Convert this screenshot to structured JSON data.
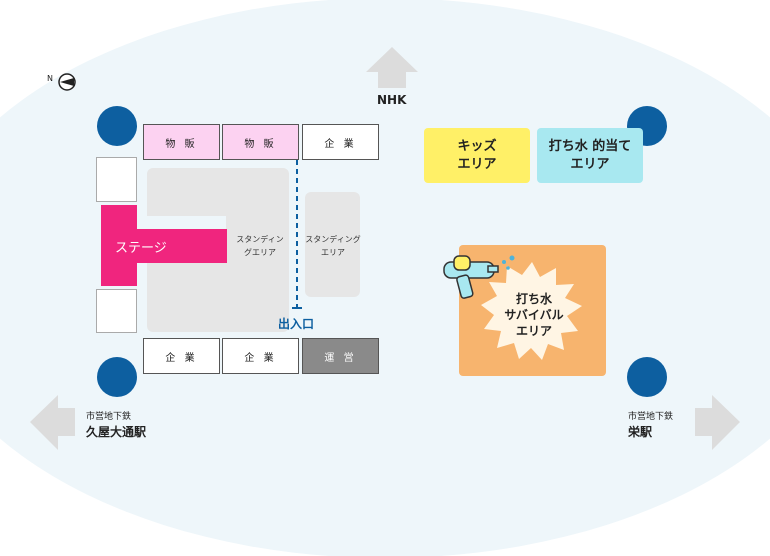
{
  "directions": {
    "north": "NHK",
    "left_station_line": "市営地下鉄",
    "left_station": "久屋大通駅",
    "right_station_line": "市営地下鉄",
    "right_station": "栄駅",
    "compass": "N"
  },
  "booths_top": [
    "物 販",
    "物 販",
    "企 業"
  ],
  "booths_bottom": [
    "企 業",
    "企 業",
    "運 営"
  ],
  "stage": "ステージ",
  "standing_left": "スタンディン\nグエリア",
  "standing_right": "スタンディング\nエリア",
  "entrance": "出入口",
  "kids_area": "キッズ\nエリア",
  "target_area": "打ち水 的当て\nエリア",
  "survival_area": "打ち水\nサバイバル\nエリア",
  "colors": {
    "background": "#eef6fa",
    "navy": "#0d5fa0",
    "pink": "#f0257e",
    "kids": "#fff067",
    "target": "#a8e8f0",
    "survival": "#f7b46e"
  }
}
